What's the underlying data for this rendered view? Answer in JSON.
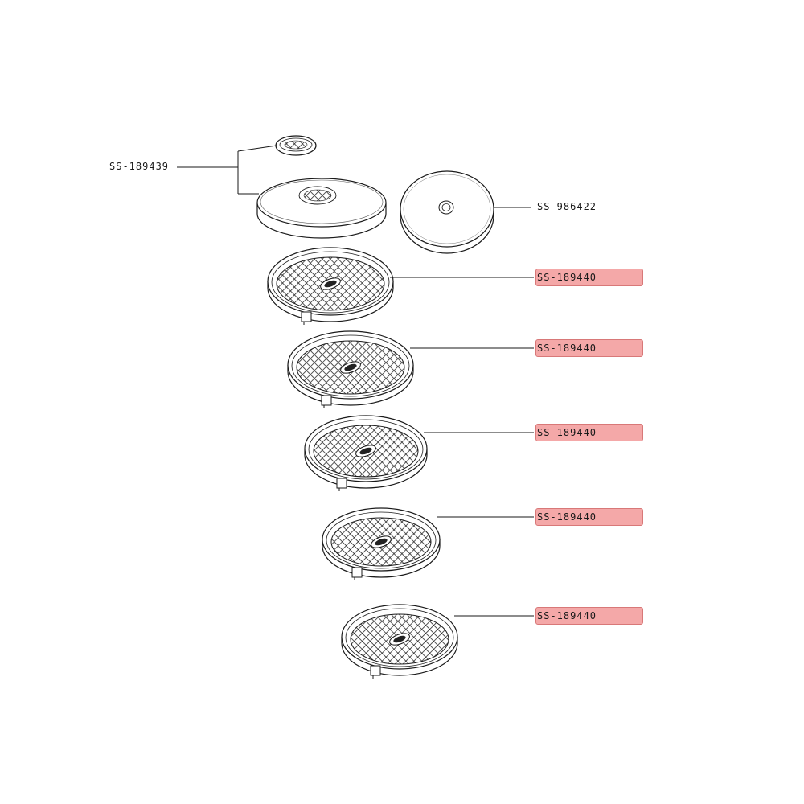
{
  "parts": {
    "lid_set": {
      "code": "SS-189439"
    },
    "base_disc": {
      "code": "SS-986422"
    },
    "trays": [
      {
        "code": "SS-189440"
      },
      {
        "code": "SS-189440"
      },
      {
        "code": "SS-189440"
      },
      {
        "code": "SS-189440"
      },
      {
        "code": "SS-189440"
      }
    ]
  },
  "colors": {
    "highlight_fill": "#f4a8a8",
    "highlight_border": "#d87878",
    "line": "#1a1a1a"
  }
}
